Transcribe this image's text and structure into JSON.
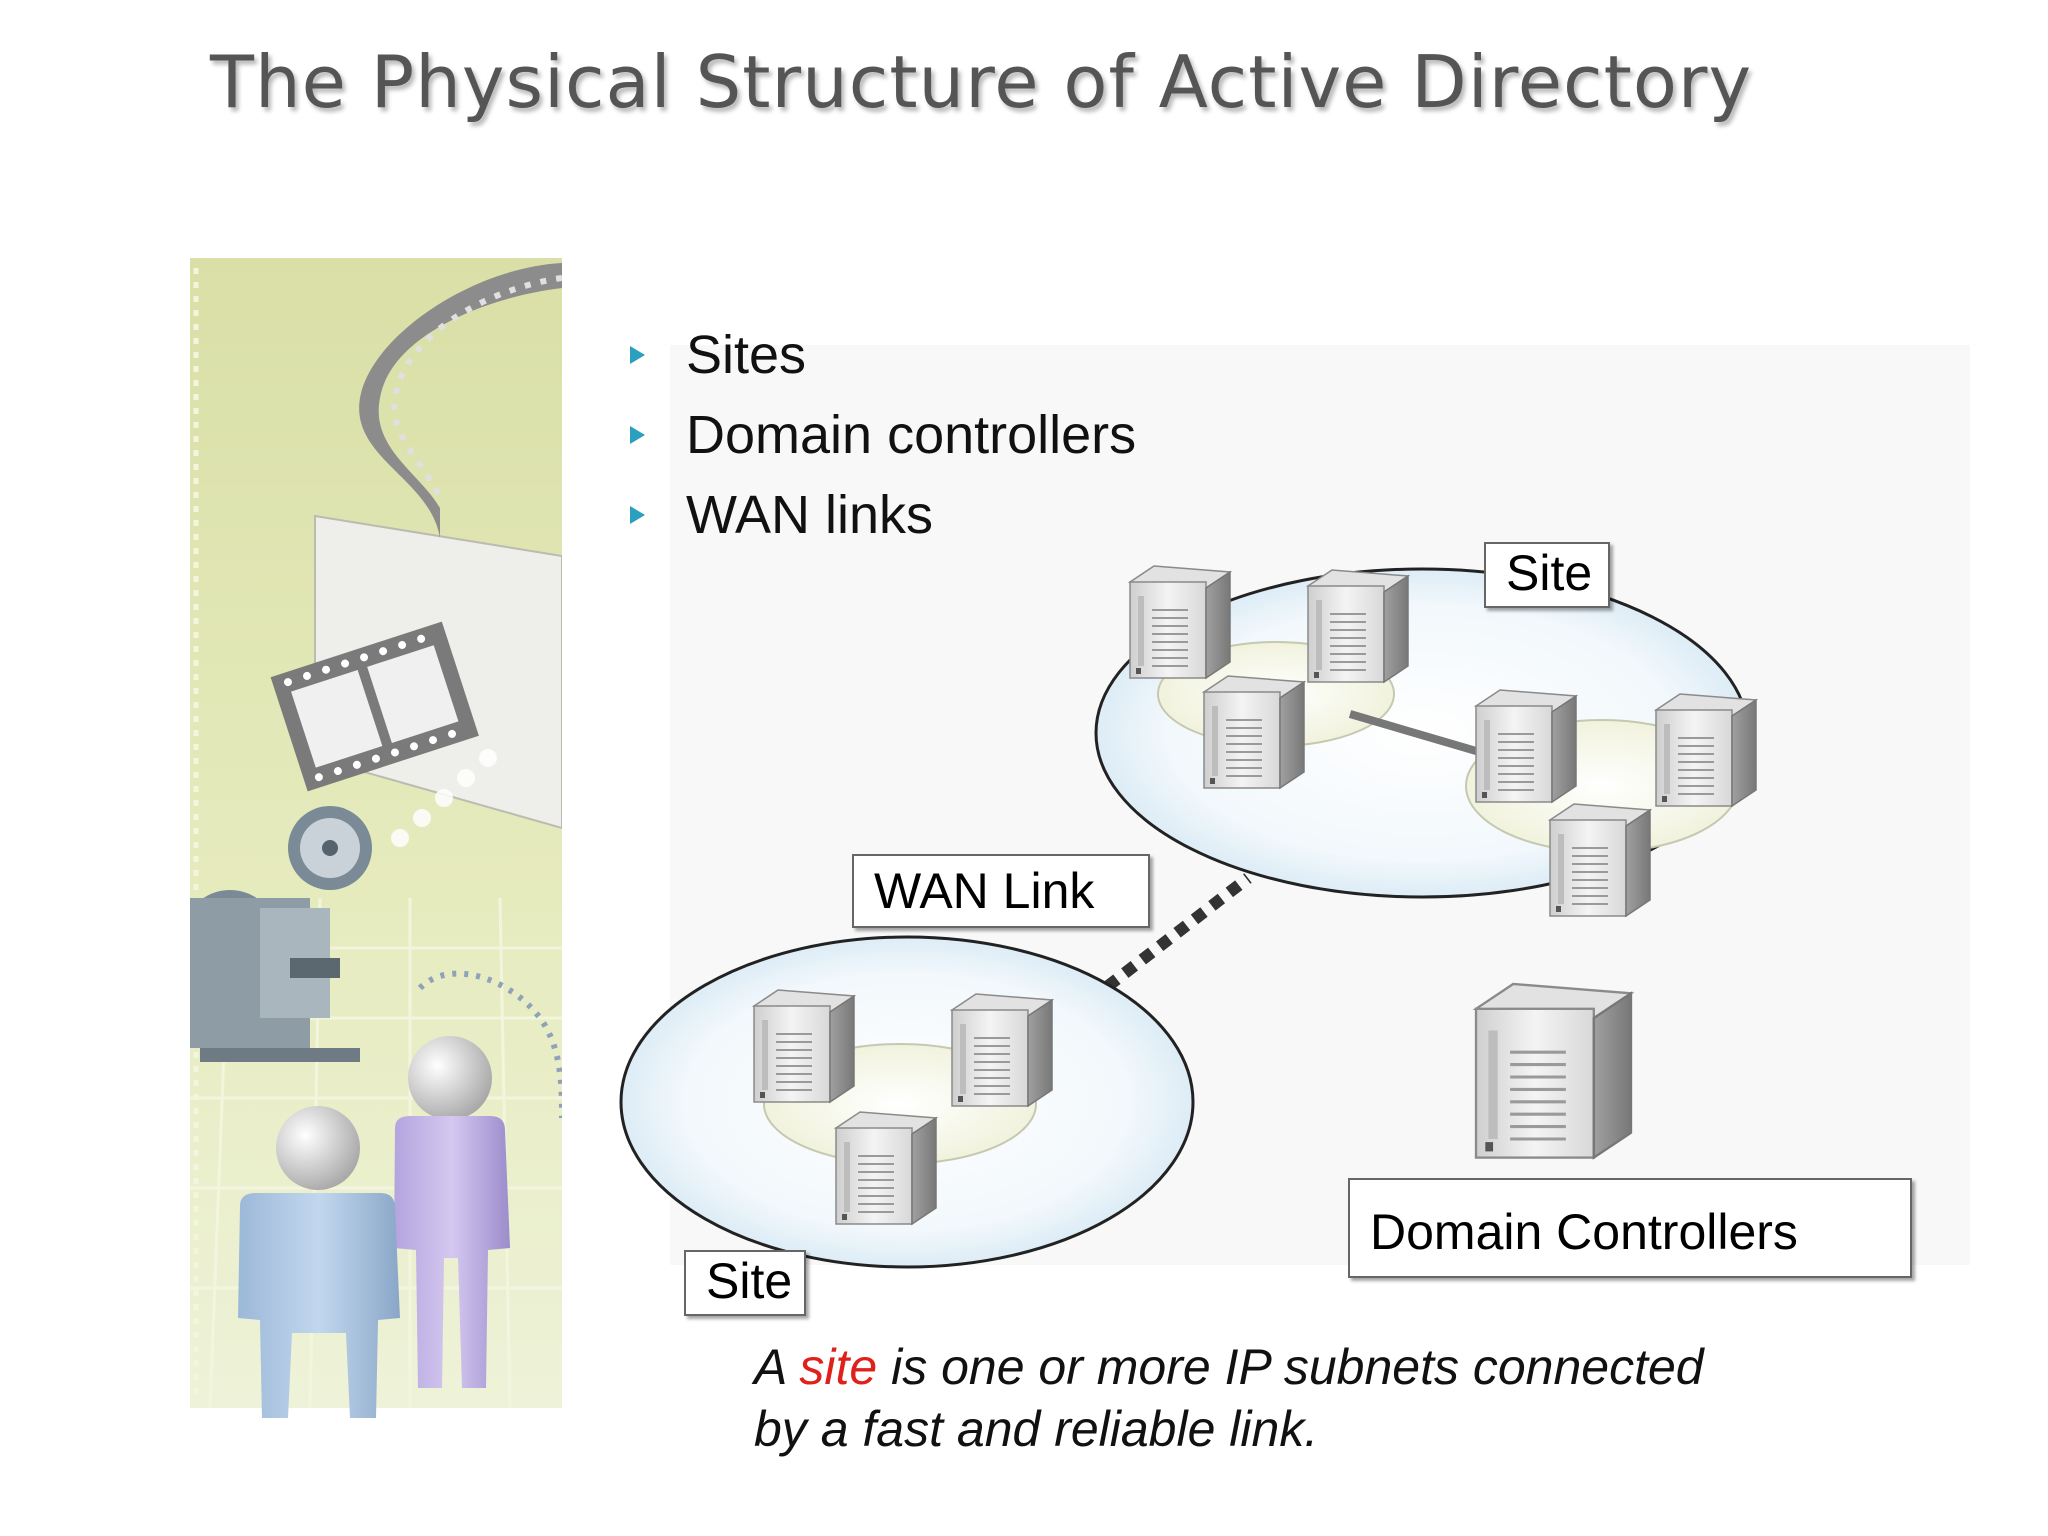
{
  "slide": {
    "title": "The Physical Structure of Active Directory"
  },
  "bullets": [
    {
      "text": "Sites"
    },
    {
      "text": "Domain controllers"
    },
    {
      "text": "WAN links"
    }
  ],
  "diagram": {
    "site_label_top": "Site",
    "site_label_bottom": "Site",
    "wan_link_label": "WAN Link",
    "domain_controllers_label": "Domain Controllers"
  },
  "caption": {
    "prefix": "A ",
    "highlight": "site",
    "suffix": " is one or more IP subnets connected",
    "line2": "by a fast and reliable link."
  },
  "colors": {
    "bullet": "#2a9fc0",
    "highlight": "#e0201b",
    "site_fill": "#e6f1f8"
  }
}
